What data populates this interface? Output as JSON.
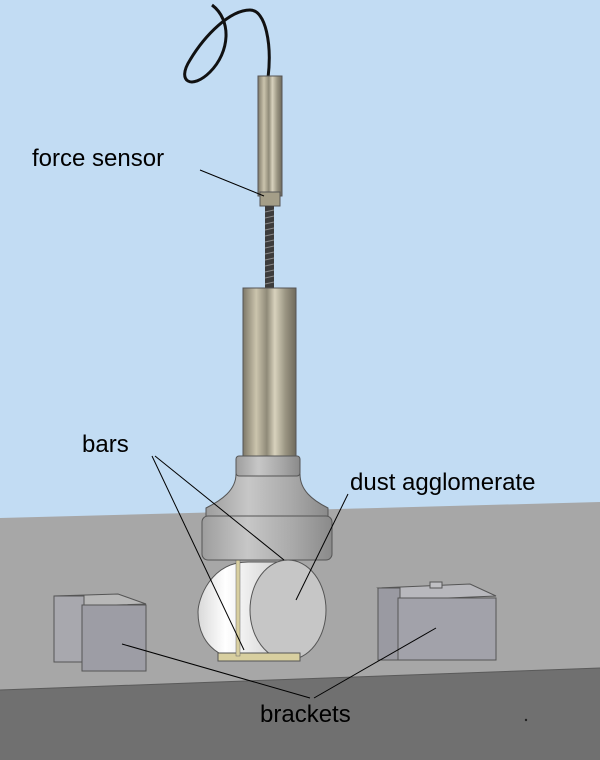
{
  "labels": {
    "force_sensor": "force sensor",
    "bars": "bars",
    "dust_agglomerate": "dust agglomerate",
    "brackets": "brackets"
  },
  "colors": {
    "background": "#c2dcf3",
    "table_top": "#a7a7a7",
    "table_front": "#6f6f6f",
    "metal": "#b9b29a",
    "cable": "#111111"
  }
}
